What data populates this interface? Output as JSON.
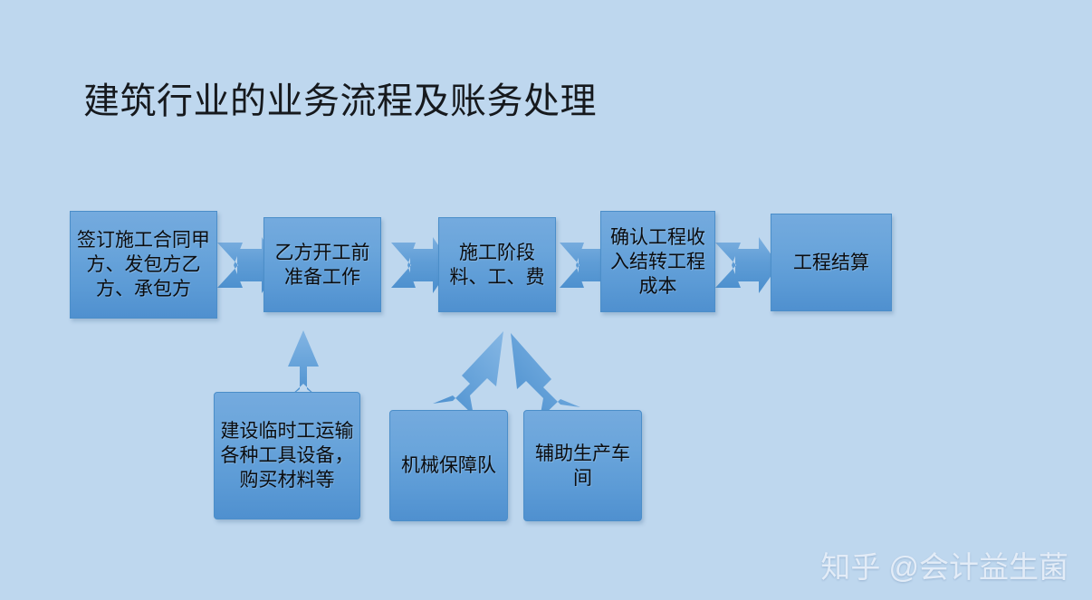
{
  "page": {
    "title": "建筑行业的业务流程及账务处理",
    "background_color": "#bed7ee",
    "node_fill_color": "#5b9bd5",
    "arrow_color": "#5b9bd5",
    "text_color": "#0b0d10"
  },
  "flow": {
    "main_row": [
      {
        "id": "node-contract",
        "label": "签订施工合同甲方、发包方乙方、承包方"
      },
      {
        "id": "node-prep",
        "label": "乙方开工前准备工作"
      },
      {
        "id": "node-construct",
        "label": "施工阶段料、工、费"
      },
      {
        "id": "node-revenue",
        "label": "确认工程收入结转工程成本"
      },
      {
        "id": "node-settlement",
        "label": "工程结算"
      }
    ],
    "support_row": [
      {
        "id": "node-temp-works",
        "label": "建设临时工运输各种工具设备，购买材料等"
      },
      {
        "id": "node-machinery",
        "label": "机械保障队"
      },
      {
        "id": "node-auxiliary",
        "label": "辅助生产车间"
      }
    ],
    "connectors": [
      {
        "id": "arrow-contract-to-prep",
        "from": "node-contract",
        "to": "node-prep",
        "direction": "right"
      },
      {
        "id": "arrow-prep-to-construct",
        "from": "node-prep",
        "to": "node-construct",
        "direction": "right"
      },
      {
        "id": "arrow-construct-to-revenue",
        "from": "node-construct",
        "to": "node-revenue",
        "direction": "right"
      },
      {
        "id": "arrow-revenue-to-settlement",
        "from": "node-revenue",
        "to": "node-settlement",
        "direction": "right"
      },
      {
        "id": "arrow-temp-works-to-prep",
        "from": "node-temp-works",
        "to": "node-prep",
        "direction": "up"
      },
      {
        "id": "arrow-machinery-to-construct",
        "from": "node-machinery",
        "to": "node-construct",
        "direction": "up-right"
      },
      {
        "id": "arrow-auxiliary-to-construct",
        "from": "node-auxiliary",
        "to": "node-construct",
        "direction": "up-left"
      }
    ]
  },
  "watermark": {
    "text": "知乎 @会计益生菌"
  }
}
